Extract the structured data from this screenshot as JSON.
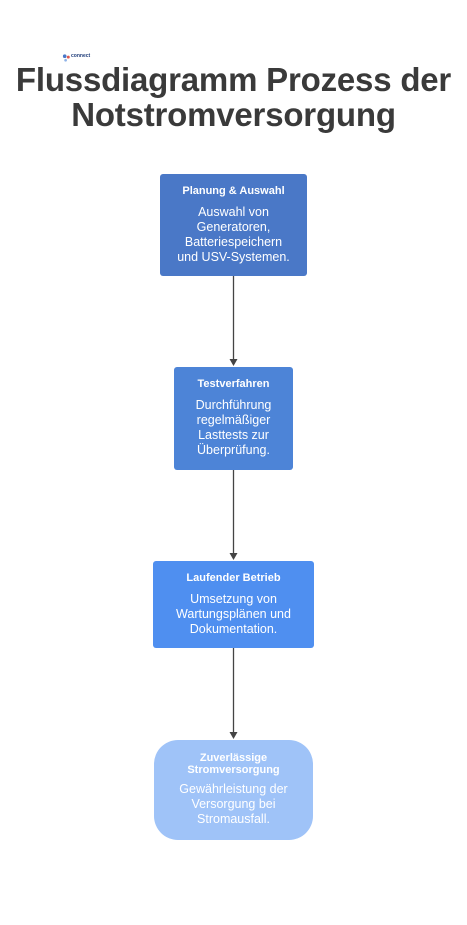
{
  "logo": {
    "name": "connect",
    "tagline": ""
  },
  "title": {
    "line1": "Flussdiagramm Prozess der",
    "line2": "Notstromversorgung"
  },
  "steps": [
    {
      "heading": "Planung & Auswahl",
      "lines": [
        "Auswahl von",
        "Generatoren,",
        "Batteriespeichern",
        "und USV-Systemen."
      ],
      "color": "#4a78c7"
    },
    {
      "heading": "Testverfahren",
      "lines": [
        "Durchführung",
        "regelmäßiger",
        "Lasttests zur",
        "Überprüfung."
      ],
      "color": "#4d84d7"
    },
    {
      "heading": "Laufender Betrieb",
      "lines": [
        "Umsetzung von",
        "Wartungsplänen und",
        "Dokumentation."
      ],
      "color": "#4f8ff0"
    },
    {
      "heading_lines": [
        "Zuverlässige",
        "Stromversorgung"
      ],
      "lines": [
        "Gewährleistung der",
        "Versorgung bei",
        "Stromausfall."
      ],
      "color": "#9fc3f8"
    }
  ],
  "colors": {
    "title": "#3a3a3a",
    "arrow": "#444444",
    "background": "#ffffff"
  }
}
